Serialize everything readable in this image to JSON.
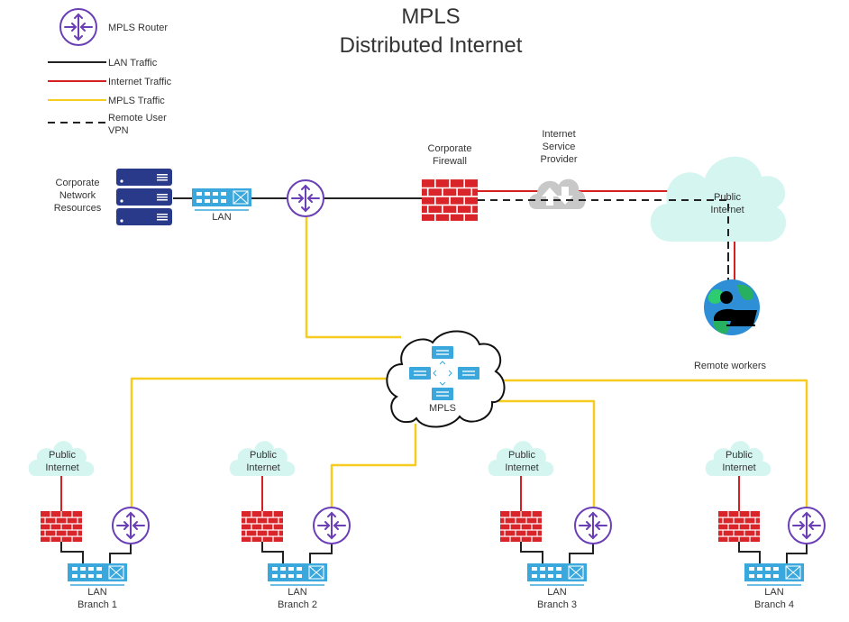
{
  "title": {
    "line1": "MPLS",
    "line2": "Distributed Internet"
  },
  "legend": {
    "router": "MPLS Router",
    "lan": "LAN Traffic",
    "internet": "Internet Traffic",
    "mpls": "MPLS Traffic",
    "vpn_line1": "Remote User",
    "vpn_line2": "VPN"
  },
  "colors": {
    "lan": "#222222",
    "internet": "#d62020",
    "mpls": "#f5cc1f",
    "router": "#6a3fb5",
    "switch": "#3aa8dc",
    "firewall": "#d9252a",
    "server": "#2a3a8a",
    "cloud_public": "#d4f5f0",
    "cloud_isp": "#c8c8c8"
  },
  "hq": {
    "resources_line1": "Corporate",
    "resources_line2": "Network",
    "resources_line3": "Resources",
    "lan": "LAN",
    "firewall_line1": "Corporate",
    "firewall_line2": "Firewall",
    "isp_line1": "Internet",
    "isp_line2": "Service",
    "isp_line3": "Provider",
    "public_line1": "Public",
    "public_line2": "Internet",
    "remote": "Remote workers"
  },
  "mpls_cloud": {
    "label": "MPLS"
  },
  "branches": [
    {
      "internet_line1": "Public",
      "internet_line2": "Internet",
      "lan": "LAN",
      "name": "Branch 1"
    },
    {
      "internet_line1": "Public",
      "internet_line2": "Internet",
      "lan": "LAN",
      "name": "Branch 2"
    },
    {
      "internet_line1": "Public",
      "internet_line2": "Internet",
      "lan": "LAN",
      "name": "Branch 3"
    },
    {
      "internet_line1": "Public",
      "internet_line2": "Internet",
      "lan": "LAN",
      "name": "Branch 4"
    }
  ]
}
